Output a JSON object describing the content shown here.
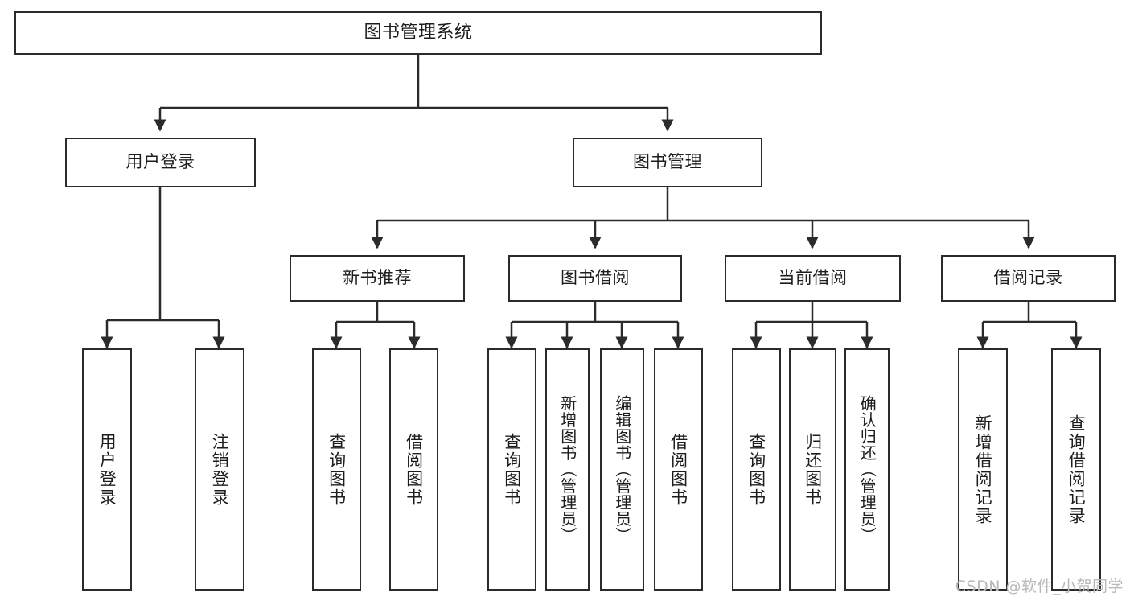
{
  "diagram": {
    "title": "图书管理系统",
    "type": "tree-hierarchy",
    "watermark": "CSDN @软件_小贺同学",
    "colors": {
      "stroke": "#2b2b2b",
      "fill": "#ffffff",
      "text": "#1d1d1d",
      "watermark": "#b9b9b9"
    },
    "nodes": {
      "root": {
        "label": "图书管理系统"
      },
      "level2": [
        {
          "label": "用户登录"
        },
        {
          "label": "图书管理"
        }
      ],
      "level3": [
        {
          "label": "新书推荐"
        },
        {
          "label": "图书借阅"
        },
        {
          "label": "当前借阅"
        },
        {
          "label": "借阅记录"
        }
      ],
      "leaves": [
        {
          "label": "用户登录"
        },
        {
          "label": "注销登录"
        },
        {
          "label": "查询图书"
        },
        {
          "label": "借阅图书"
        },
        {
          "label": "查询图书"
        },
        {
          "label": "新增图书（管理员）"
        },
        {
          "label": "编辑图书（管理员）"
        },
        {
          "label": "借阅图书"
        },
        {
          "label": "查询图书"
        },
        {
          "label": "归还图书"
        },
        {
          "label": "确认归还（管理员）"
        },
        {
          "label": "新增借阅记录"
        },
        {
          "label": "查询借阅记录"
        }
      ]
    }
  }
}
